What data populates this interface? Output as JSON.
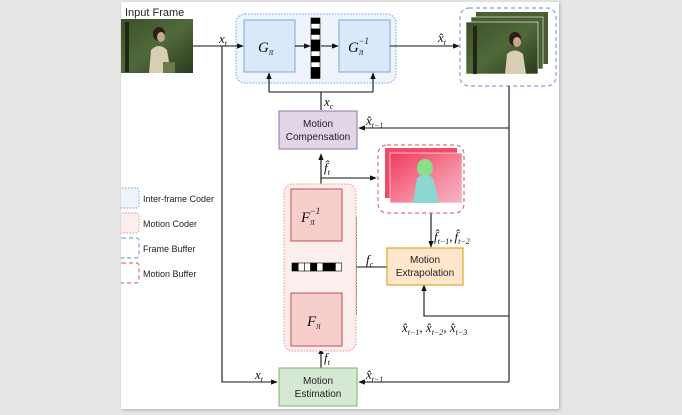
{
  "figure": {
    "input_frame_label": "Input Frame",
    "blocks": {
      "g_pi": {
        "symbol": "G",
        "sub": "π"
      },
      "g_pi_inv": {
        "symbol": "G",
        "sub": "π",
        "sup": "−1"
      },
      "f_pi": {
        "symbol": "F",
        "sub": "π"
      },
      "f_pi_inv": {
        "symbol": "F",
        "sub": "π",
        "sup": "−1"
      },
      "motion_compensation": {
        "line1": "Motion",
        "line2": "Compensation"
      },
      "motion_extrapolation": {
        "line1": "Motion",
        "line2": "Extrapolation"
      },
      "motion_estimation": {
        "line1": "Motion",
        "line2": "Estimation"
      }
    },
    "signals": {
      "x_t_top": {
        "base": "x",
        "sub": "t"
      },
      "x_hat_t": {
        "base": "x̂",
        "sub": "t"
      },
      "x_c": {
        "base": "x",
        "sub": "c"
      },
      "x_hat_t_minus_1_mc": {
        "base": "x̂",
        "sub": "t−1"
      },
      "f_hat_t": {
        "base": "f̂",
        "sub": "t"
      },
      "f_hat_prev": {
        "text": "f̂",
        "sub1": "t−1",
        "sep": ",",
        "sub2": "t−2"
      },
      "f_c": {
        "base": "f",
        "sub": "c"
      },
      "x_hat_prev3": {
        "base": "x̂",
        "sub1": "t−1",
        "sub2": "t−2",
        "sub3": "t−3"
      },
      "f_t": {
        "base": "f",
        "sub": "t"
      },
      "x_t_bottom": {
        "base": "x",
        "sub": "t"
      },
      "x_hat_t_minus_1_me": {
        "base": "x̂",
        "sub": "t−1"
      }
    },
    "legend": [
      {
        "label": "Inter-frame Coder",
        "style": "dotted-fill",
        "color": "#8fb0e6",
        "fill": "#eef3fc"
      },
      {
        "label": "Motion Coder",
        "style": "dotted-fill",
        "color": "#f0a0a0",
        "fill": "#fdeeee"
      },
      {
        "label": "Frame Buffer",
        "style": "dashed",
        "color": "#7fa3dd"
      },
      {
        "label": "Motion Buffer",
        "style": "dashed",
        "color": "#e07070"
      }
    ],
    "colors": {
      "g_block_fill": "#dae8fc",
      "g_block_stroke": "#7ea6d8",
      "f_block_fill": "#f8cecc",
      "f_block_stroke": "#b85450",
      "mc_fill": "#e1d5e7",
      "mc_stroke": "#9673a6",
      "extrap_fill": "#ffe6cc",
      "extrap_stroke": "#d79b00",
      "est_fill": "#d5e8d4",
      "est_stroke": "#82b366"
    },
    "bitstream_g": [
      1,
      0,
      1,
      0,
      1,
      1,
      0,
      1,
      0,
      1,
      1
    ],
    "bitstream_f": [
      1,
      0,
      0,
      1,
      0,
      1,
      1,
      0
    ]
  }
}
